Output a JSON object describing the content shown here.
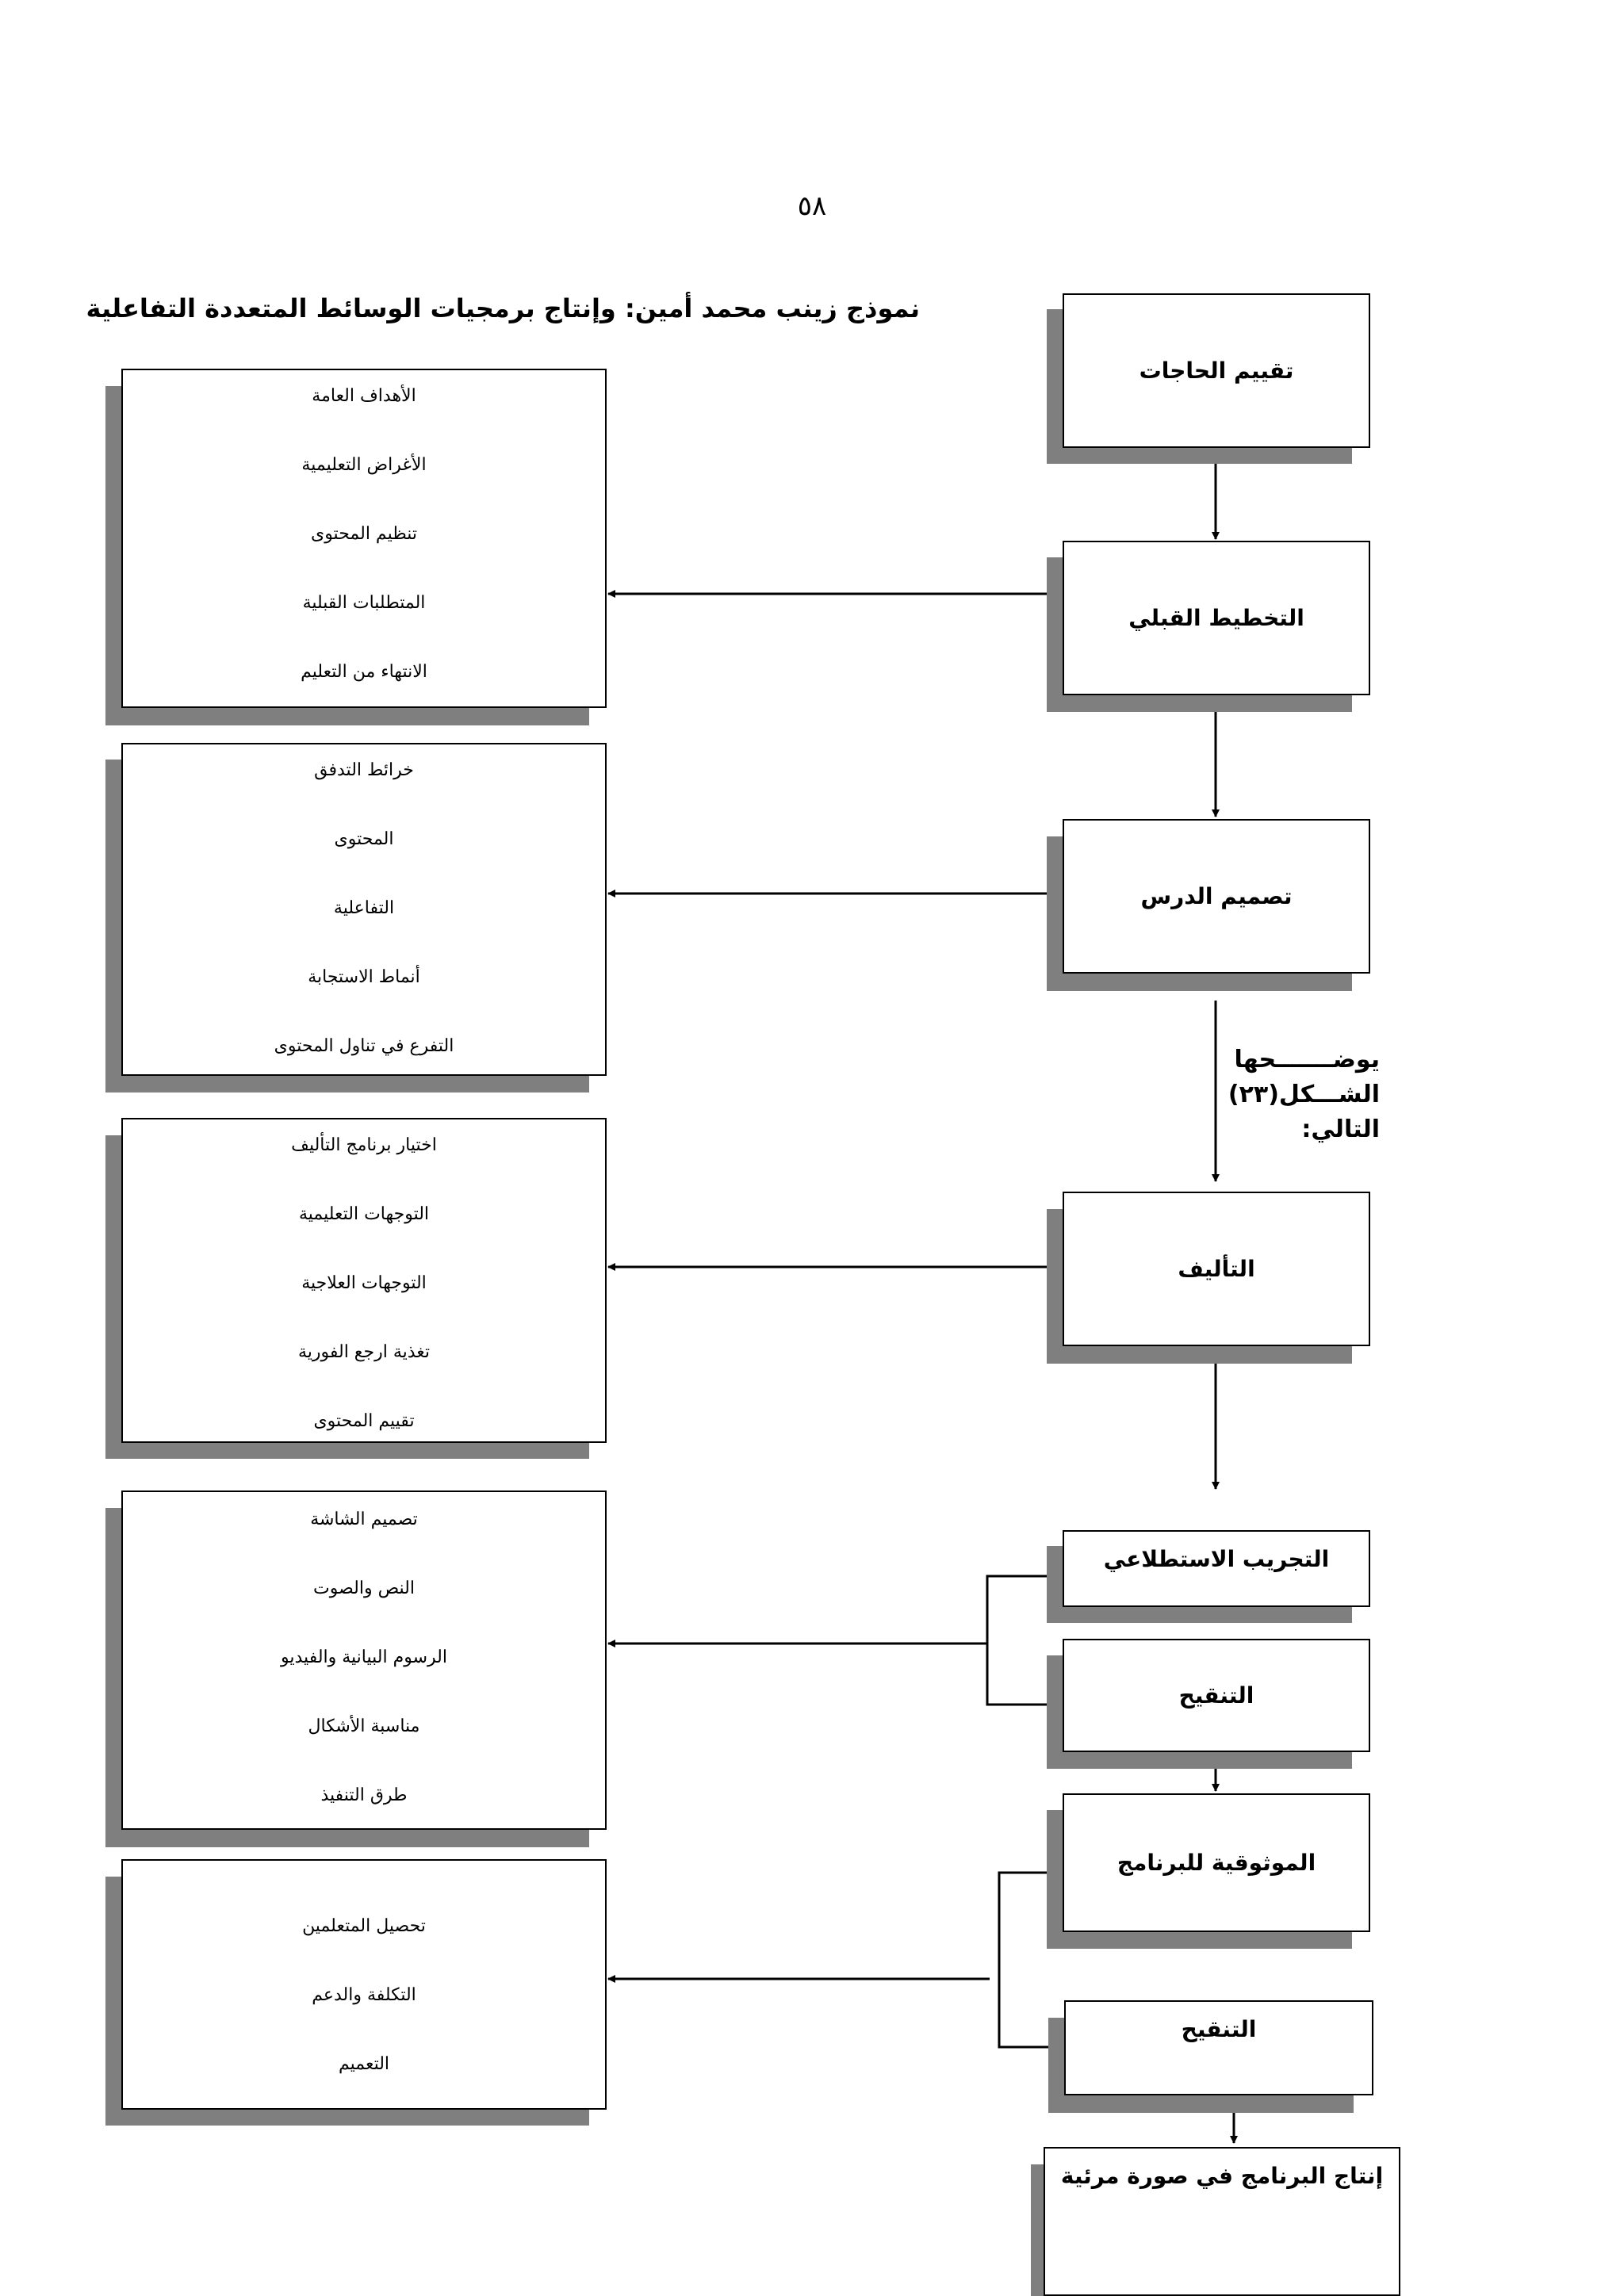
{
  "page_number": "٥٨",
  "title": "نموذج زينب محمد أمين: وإنتاج برمجيات الوسائط المتعددة التفاعلية",
  "stages": {
    "needs": "تقييم الحاجات",
    "planning": "التخطيط القبلي",
    "design": "تصميم الدرس",
    "authoring": "التأليف",
    "pilot": "التجريب الاستطلاعي",
    "revision1": "التنقيح",
    "reliability": "الموثوقية للبرنامج",
    "revision2": "التنقيح",
    "production": "إنتاج البرنامج في صورة  مرئية"
  },
  "note": {
    "line1": "يوضـــــــحها",
    "line2": "الشـــكل(٢٣)",
    "line3": "التالي:"
  },
  "lists": {
    "planning": [
      "الأهداف العامة",
      "الأغراض التعليمية",
      "تنظيم المحتوى",
      "المتطلبات القبلية",
      "الانتهاء من التعليم"
    ],
    "design": [
      "خرائط التدفق",
      "المحتوى",
      "التفاعلية",
      "أنماط الاستجابة",
      "التفرع في تناول المحتوى"
    ],
    "authoring": [
      "اختيار برنامج التأليف",
      "التوجهات التعليمية",
      "التوجهات العلاجية",
      "تغذية ارجع الفورية",
      "تقييم المحتوى"
    ],
    "pilot": [
      "تصميم الشاشة",
      "النص والصوت",
      "الرسوم البيانية والفيديو",
      "مناسبة الأشكال",
      "طرق التنفيذ"
    ],
    "reliability": [
      "تحصيل المتعلمين",
      "التكلفة والدعم",
      "التعميم"
    ]
  }
}
